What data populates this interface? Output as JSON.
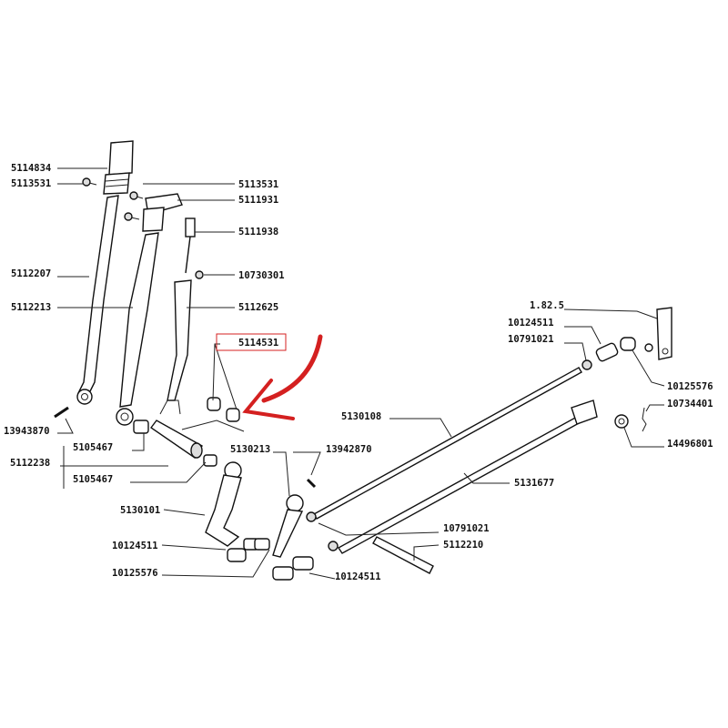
{
  "diagram": {
    "highlight_color": "#d42020",
    "arrow_color": "#d42020",
    "highlighted_part": "5114531",
    "labels": {
      "l5114834": "5114834",
      "l5113531a": "5113531",
      "l5113531b": "5113531",
      "l5111931": "5111931",
      "l5111938": "5111938",
      "l10730301": "10730301",
      "l5112207": "5112207",
      "l5112213": "5112213",
      "l5112625": "5112625",
      "l5114531": "5114531",
      "l13943870": "13943870",
      "l5105467a": "5105467",
      "l5112238": "5112238",
      "l5105467b": "5105467",
      "l5130101": "5130101",
      "l10124511a": "10124511",
      "l10125576a": "10125576",
      "l5130213": "5130213",
      "l13942870": "13942870",
      "l5130108": "5130108",
      "l5131677": "5131677",
      "l10791021a": "10791021",
      "l5112210": "5112210",
      "l10124511b": "10124511",
      "l1825": "1.82.5",
      "l10124511c": "10124511",
      "l10791021b": "10791021",
      "l10125576b": "10125576",
      "l10734401": "10734401",
      "l14496801": "14496801"
    }
  }
}
